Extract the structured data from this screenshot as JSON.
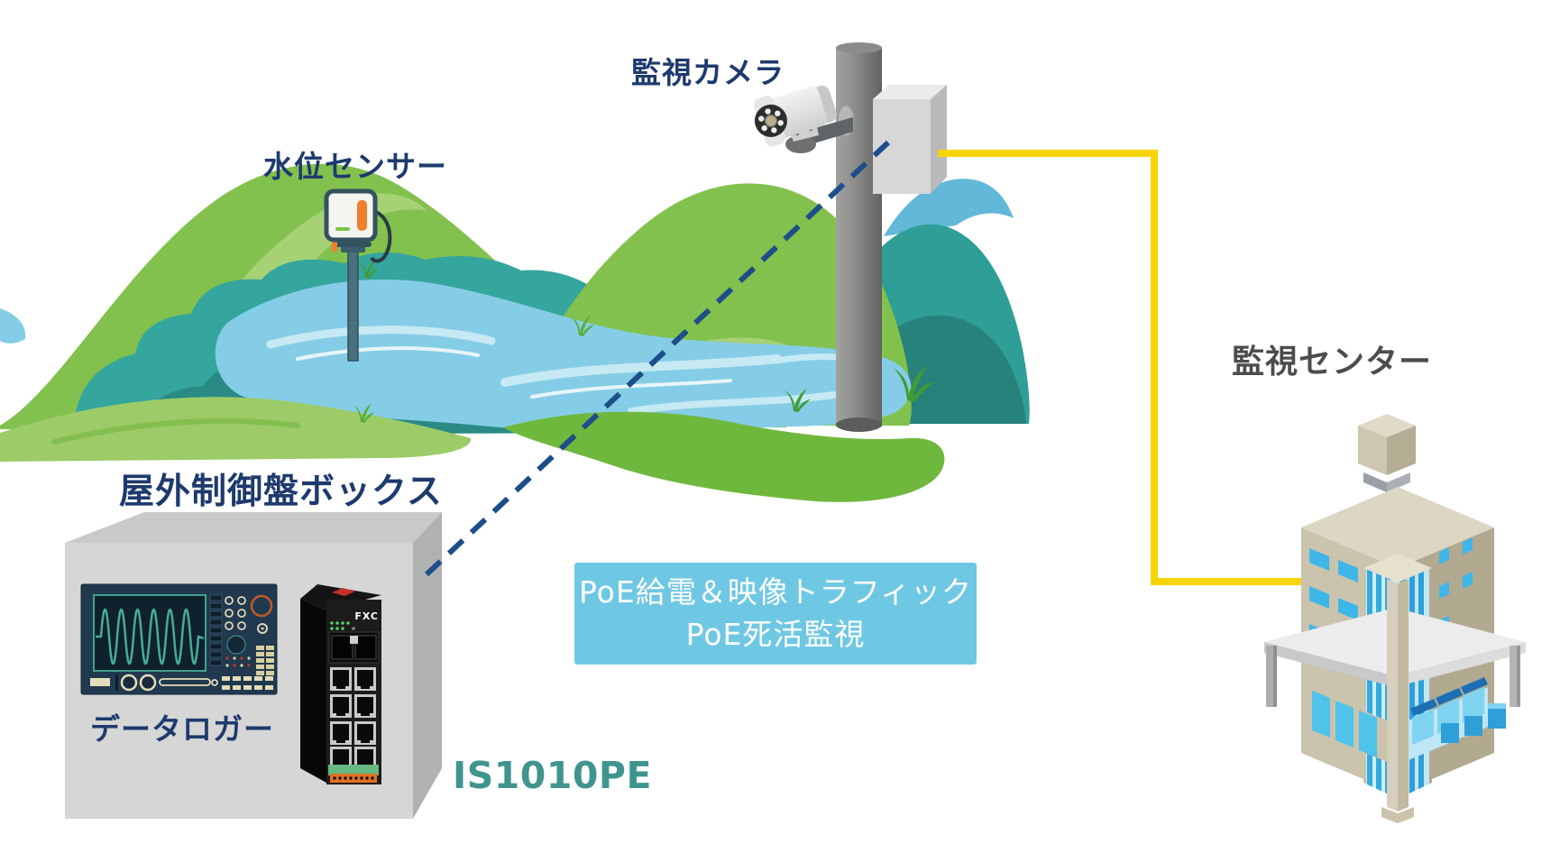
{
  "scene": {
    "title": "PoE surveillance network diagram",
    "labels": {
      "surveillance_camera": "監視カメラ",
      "water_level_sensor": "水位センサー",
      "outdoor_control_box": "屋外制御盤ボックス",
      "data_logger": "データロガー",
      "switch_model": "IS1010PE",
      "monitoring_center": "監視センター"
    },
    "info_box": {
      "line1": "PoE給電＆映像トラフィック",
      "line2": "PoE死活監視"
    },
    "switch": {
      "brand": "FXC"
    },
    "colors": {
      "label_navy": "#1e3a6e",
      "monitoring_center_gray": "#4c4c4c",
      "model_teal": "#40948e",
      "cable_yellow": "#f6d402",
      "dashed_link_blue": "#1d4e89",
      "info_box_bg": "#6fc8e3",
      "info_box_text": "#ffffff",
      "hill_green": "#82c14d",
      "hill_highlight": "#a6d175",
      "bush_teal": "#35a69e",
      "water_blue": "#85cde6",
      "building_tan": "#cac3ad",
      "window_cyan": "#3fb6e8"
    },
    "connections": [
      {
        "from": "junction_box",
        "to": "monitoring_center",
        "style": "solid",
        "color": "#f6d402"
      },
      {
        "from": "junction_box",
        "to": "is1010pe_switch",
        "style": "dashed",
        "color": "#1d4e89"
      }
    ]
  }
}
